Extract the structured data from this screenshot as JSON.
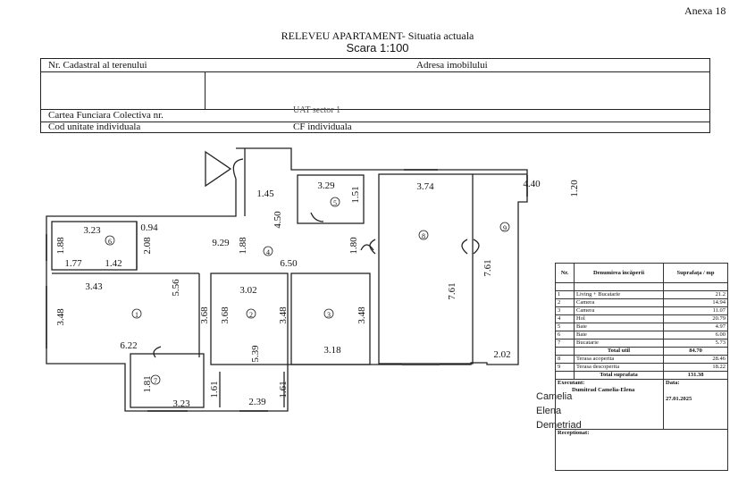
{
  "annex": "Anexa 18",
  "title": "RELEVEU  APARTAMENT- Situatia actuala",
  "scale": "Scara 1:100",
  "header": {
    "cadastral_label": "Nr. Cadastral al terenului",
    "address_label": "Adresa imobilului",
    "cf_colectiva_label": "Cartea Funciara Colectiva nr.",
    "uat_label": "UAT sector 1",
    "cod_unitate_label": "Cod unitate individuala",
    "cf_individuala_label": "CF individuala"
  },
  "plan": {
    "dims": {
      "d1_45": "1.45",
      "d3_29": "3.29",
      "d1_51": "1.51",
      "d3_74": "3.74",
      "d4_40": "4.40",
      "d1_20": "1.20",
      "d3_23a": "3.23",
      "d0_94": "0.94",
      "d9_29": "9.29",
      "d4_50": "4.50",
      "d1_80": "1.80",
      "d1_88a": "1.88",
      "d2_08": "2.08",
      "d1_77": "1.77",
      "d1_42": "1.42",
      "d1_88b": "1.88",
      "d6_50": "6.50",
      "d7_61a": "7.61",
      "d7_61b": "7.61",
      "d3_43": "3.43",
      "d5_56": "5.56",
      "d3_02": "3.02",
      "d3_48a": "3.48",
      "d3_68a": "3.68",
      "d3_68b": "3.68",
      "d3_48b": "3.48",
      "d3_48c": "3.48",
      "d5_39": "5.39",
      "d6_22": "6.22",
      "d3_18": "3.18",
      "d2_02": "2.02",
      "d1_81": "1.81",
      "d1_61a": "1.61",
      "d1_61b": "1.61",
      "d3_23b": "3.23",
      "d2_39": "2.39"
    },
    "rooms": [
      "1",
      "2",
      "3",
      "4",
      "5",
      "6",
      "7",
      "8",
      "9"
    ]
  },
  "table": {
    "headers": [
      "Nr.",
      "Denumirea încăperii",
      "Suprafaţa / mp"
    ],
    "rows": [
      {
        "nr": "1",
        "name": "Living + Bucatarie",
        "area": "21.2"
      },
      {
        "nr": "2",
        "name": "Camera",
        "area": "14.94"
      },
      {
        "nr": "3",
        "name": "Camera",
        "area": "11.07"
      },
      {
        "nr": "4",
        "name": "Hol",
        "area": "20.79"
      },
      {
        "nr": "5",
        "name": "Baie",
        "area": "4.97"
      },
      {
        "nr": "6",
        "name": "Baie",
        "area": "6.00"
      },
      {
        "nr": "7",
        "name": "Bucatarie",
        "area": "5.73"
      }
    ],
    "total_util_label": "Total util",
    "total_util": "84.70",
    "terraces": [
      {
        "nr": "8",
        "name": "Terasa acoperita",
        "area": "28.46"
      },
      {
        "nr": "9",
        "name": "Terasa descoperita",
        "area": "18.22"
      }
    ],
    "total_label": "Total suprafata",
    "total": "131.38",
    "executant_label": "Executant:",
    "executant_name": "Dumitrad Camelia-Elena",
    "data_label": "Data:",
    "date": "27.01.2025",
    "receptionat_label": "Receptionat:",
    "signature": [
      "Camelia",
      "Elena",
      "Demetriad"
    ]
  }
}
